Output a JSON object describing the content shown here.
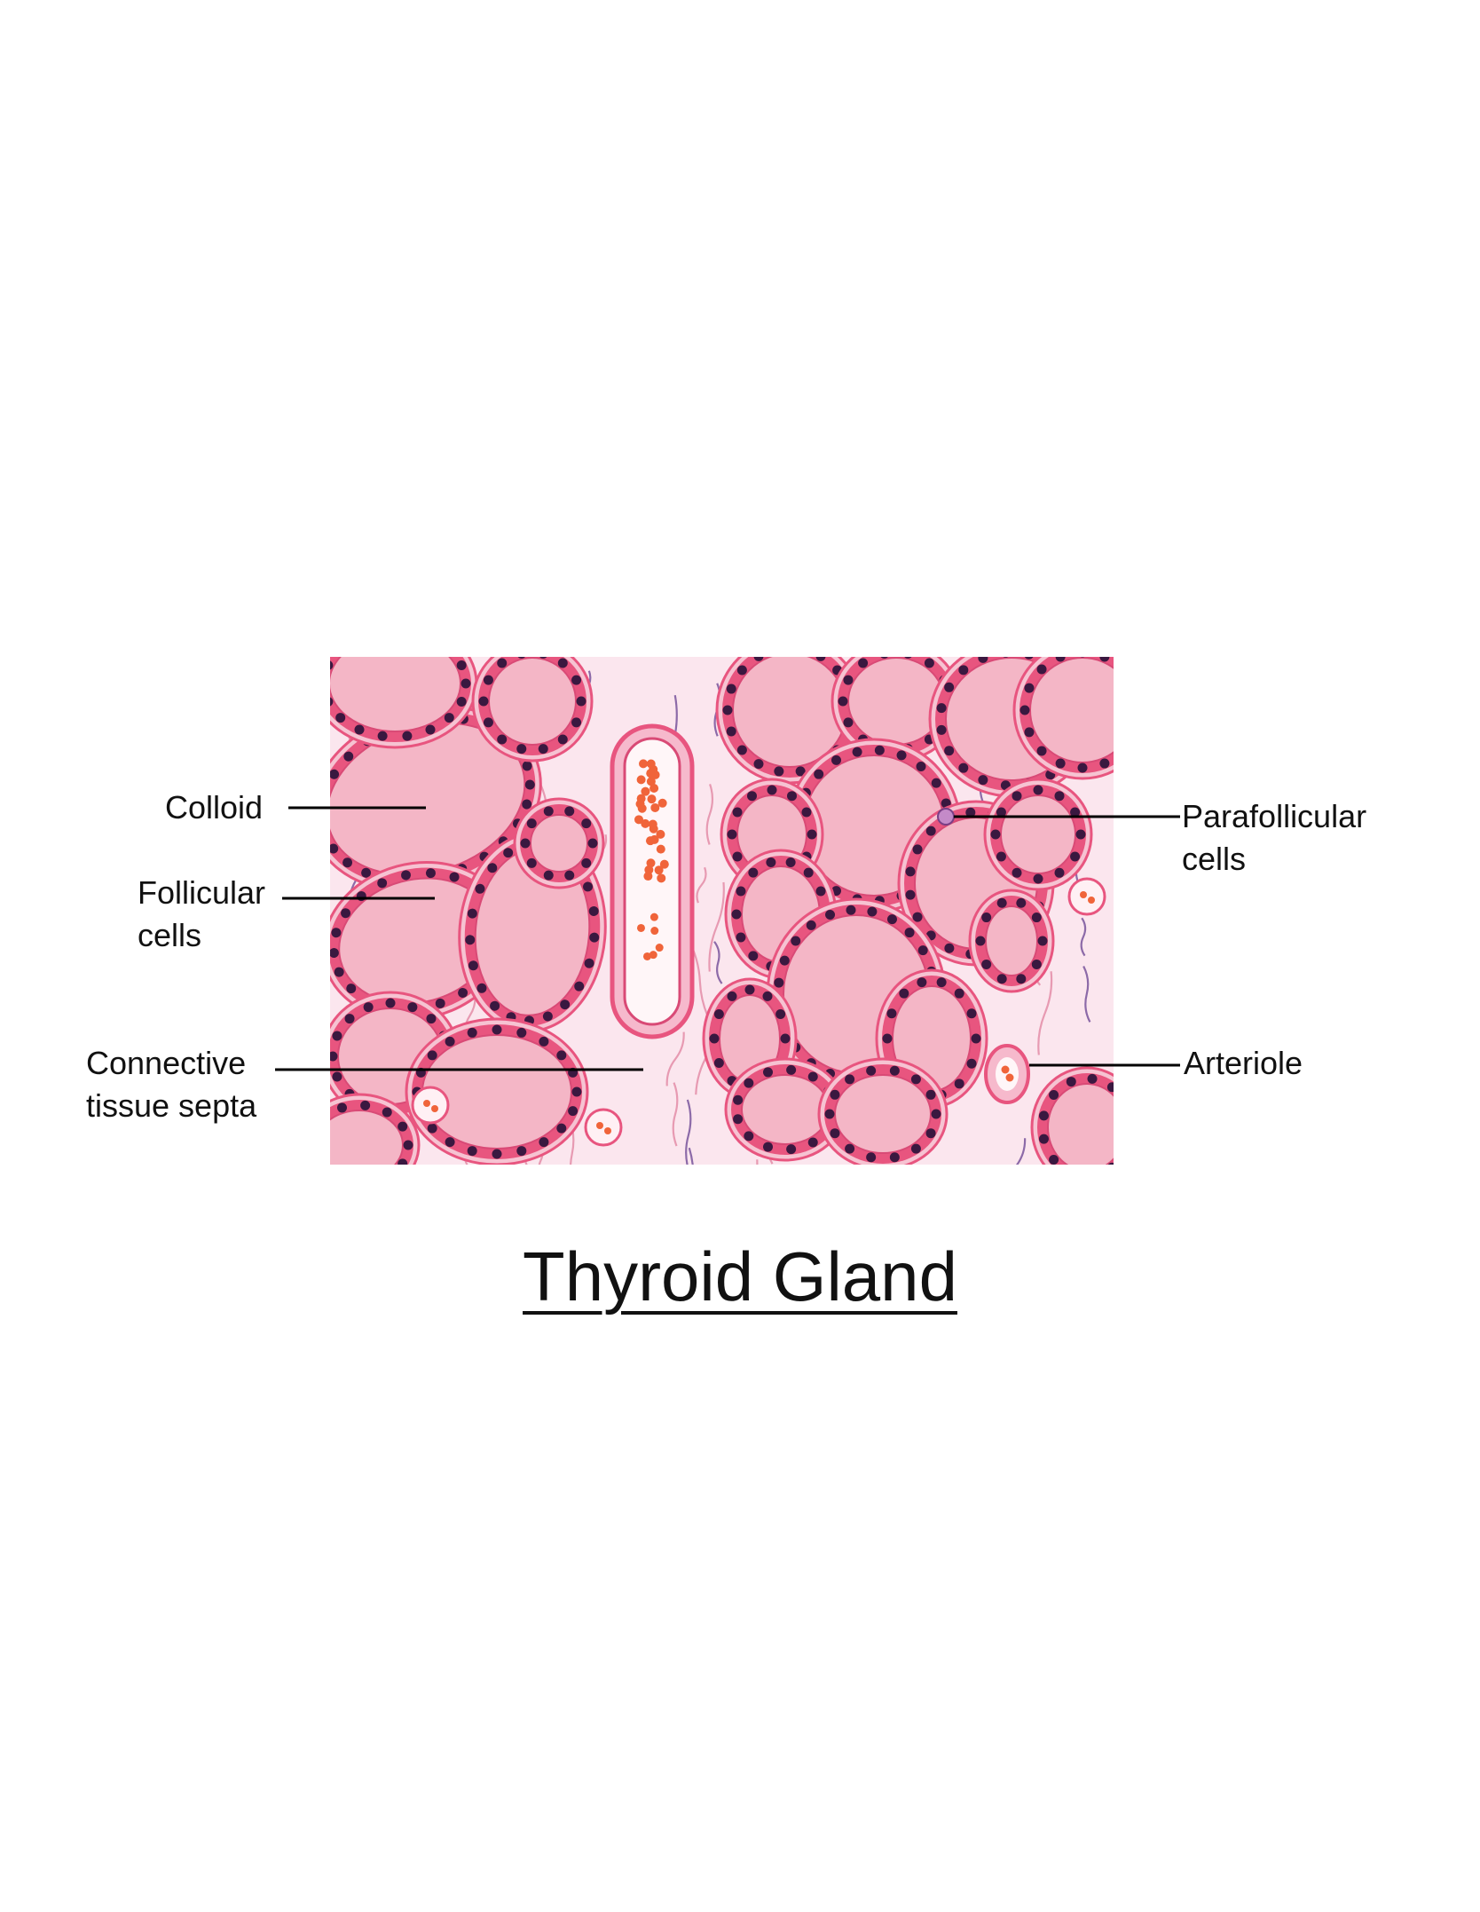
{
  "title": "Thyroid Gland",
  "labels": {
    "colloid": "Colloid",
    "follicular_l1": "Follicular",
    "follicular_l2": "cells",
    "connective_l1": "Connective",
    "connective_l2": "tissue septa",
    "parafollicular_l1": "Parafollicular",
    "parafollicular_l2": "cells",
    "arteriole": "Arteriole"
  },
  "colors": {
    "colloid": "#f4b6c6",
    "epithelium": "#e8557f",
    "nucleus": "#3a1840",
    "stroma": "#fbe6ee",
    "rbc": "#f0643a",
    "leader": "#000000"
  }
}
